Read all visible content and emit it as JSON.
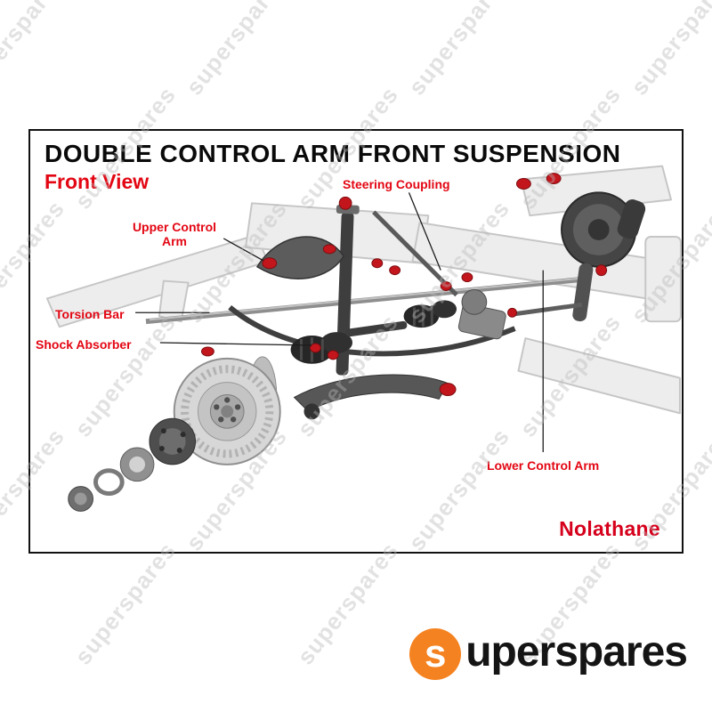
{
  "diagram": {
    "title": "DOUBLE CONTROL ARM FRONT SUSPENSION",
    "subtitle": "Front View",
    "labels": {
      "steering_coupling": "Steering Coupling",
      "upper_control_arm": "Upper Control Arm",
      "torsion_bar": "Torsion Bar",
      "shock_absorber": "Shock Absorber",
      "lower_control_arm": "Lower Control Arm"
    },
    "brand": "Nolathane",
    "colors": {
      "label_red": "#e30613",
      "nolathane_red": "#d6001c",
      "bushing_red": "#c3161c"
    }
  },
  "watermark": {
    "text": "superspares"
  },
  "footer_logo": {
    "full_name": "superspares",
    "icon_letter": "s",
    "wordmark_rest": "uperspares",
    "orange": "#f58220"
  }
}
